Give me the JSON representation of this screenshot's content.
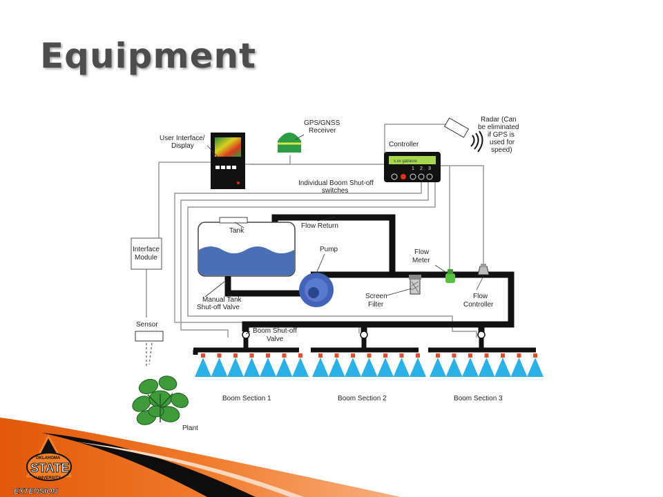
{
  "slide": {
    "title": "Equipment"
  },
  "diagram": {
    "labels": {
      "user_interface_1": "User Interface/",
      "user_interface_2": "Display",
      "gps_1": "GPS/GNSS",
      "gps_2": "Receiver",
      "controller": "Controller",
      "controller_display": "x.xx gal/acre",
      "controller_switch_numbers": [
        "1",
        "2",
        "3"
      ],
      "radar_1": "Radar (Can",
      "radar_2": "be eliminated",
      "radar_3": "if GPS is",
      "radar_4": "used for",
      "radar_5": "speed)",
      "boom_switches_1": "Individual Boom Shut-off",
      "boom_switches_2": "switches",
      "tank": "Tank",
      "flow_return": "Flow Return",
      "pump": "Pump",
      "flow_meter_1": "Flow",
      "flow_meter_2": "Meter",
      "interface_module_1": "Interface",
      "interface_module_2": "Module",
      "manual_valve_1": "Manual Tank",
      "manual_valve_2": "Shut-off Valve",
      "screen_filter_1": "Screen",
      "screen_filter_2": "Filter",
      "flow_controller_1": "Flow",
      "flow_controller_2": "Controller",
      "sensor": "Sensor",
      "boom_shutoff_1": "Boom Shut-off",
      "boom_shutoff_2": "Valve",
      "boom_section_1": "Boom Section 1",
      "boom_section_2": "Boom Section 2",
      "boom_section_3": "Boom Section 3",
      "plant": "Plant"
    },
    "colors": {
      "water": "#4a6fb5",
      "pump": "#4363b8",
      "nozzle_spray": "#2bb1e6",
      "nozzle_tip": "#e05030",
      "gps": "#2e9e46",
      "screen": "#a8d84c",
      "plant": "#3f9a3a"
    }
  },
  "logo": {
    "line1": "OKLAHOMA",
    "line2": "STATE",
    "line3": "UNIVERSITY",
    "line4": "EXTENSION"
  }
}
